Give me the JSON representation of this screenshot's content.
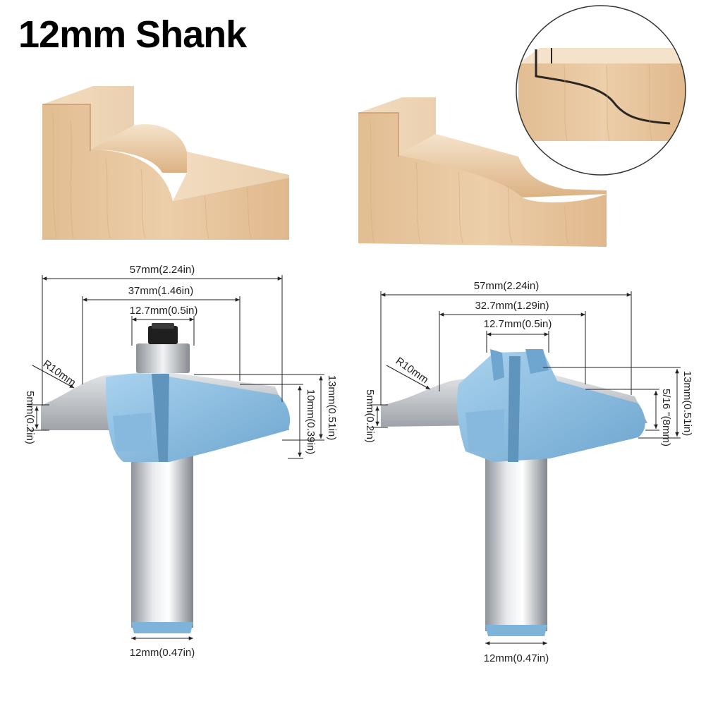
{
  "title": "12mm Shank",
  "left_bit": {
    "overall_width": "57mm(2.24in)",
    "cutting_width": "37mm(1.46in)",
    "bearing_width": "12.7mm(0.5in)",
    "radius": "R10mm",
    "edge_height": "5mm(0.2in)",
    "total_height": "13mm(0.51in)",
    "profile_height": "10mm(0.39in)",
    "shank_diameter": "12mm(0.47in)"
  },
  "right_bit": {
    "overall_width": "57mm(2.24in)",
    "cutting_width": "32.7mm(1.29in)",
    "top_width": "12.7mm(0.5in)",
    "radius": "R10mm",
    "edge_height": "5mm(0.2in)",
    "total_height": "13mm(0.51in)",
    "profile_height": "5/16 \"(8mm)",
    "shank_diameter": "12mm(0.47in)"
  },
  "colors": {
    "cutter_blue": "#8ec0e2",
    "carbide": "#b8bcc2",
    "wood": "#e6c49c",
    "shank": "#c9ccd1"
  }
}
